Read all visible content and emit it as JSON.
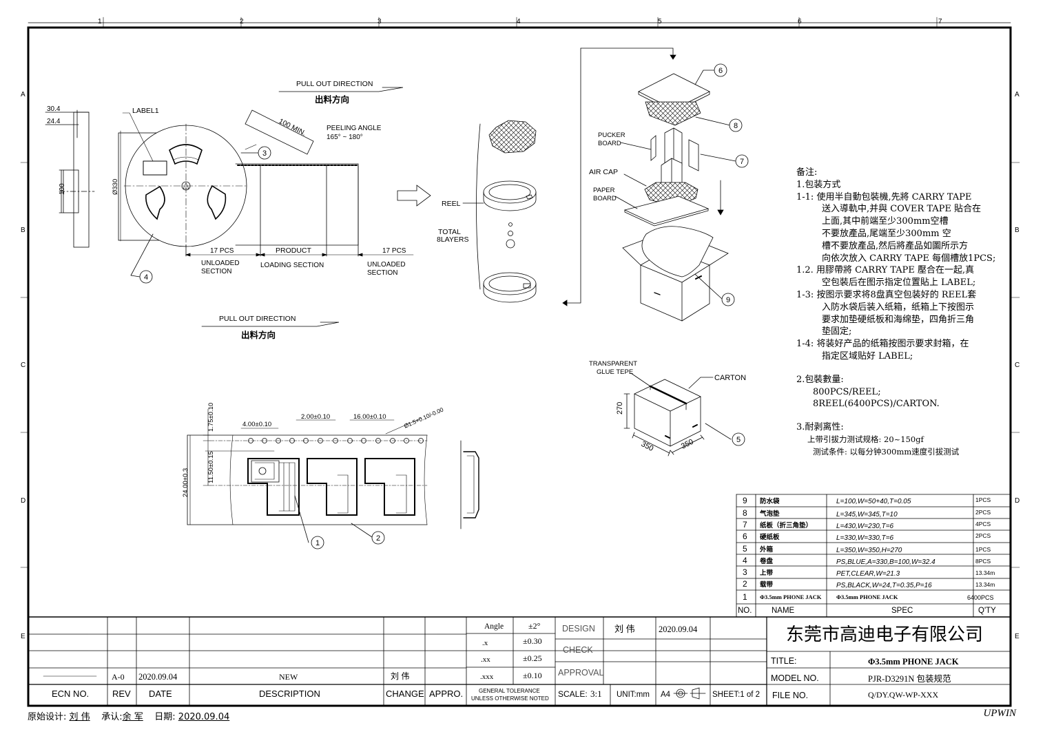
{
  "border": {
    "col_marks": [
      "1",
      "2",
      "3",
      "4",
      "5",
      "6",
      "7"
    ],
    "row_marks": [
      "A",
      "B",
      "C",
      "D",
      "E"
    ]
  },
  "drawing": {
    "pull_out_direction": "PULL OUT DIRECTION",
    "pull_out_cn": "出料方向",
    "label1": "LABEL1",
    "dim_30_4": "30.4",
    "dim_24_4": "24.4",
    "dim_100": "100",
    "dim_phi330": "Ø330",
    "min_100": "100 MIN.",
    "peeling_angle": "PEELING ANGLE",
    "peeling_range": "165° ~ 180°",
    "pcs_17_left": "17 PCS",
    "product": "PRODUCT",
    "pcs_17_right": "17 PCS",
    "unloaded_left_1": "UNLOADED",
    "unloaded_left_2": "SECTION",
    "loading_section": "LOADING SECTION",
    "unloaded_right_1": "UNLOADED",
    "unloaded_right_2": "SECTION",
    "reel": "REEL",
    "total_1": "TOTAL",
    "total_2": "8LAYERS",
    "pucker_1": "PUCKER",
    "pucker_2": "BOARD",
    "air_cap": "AIR CAP",
    "paper_1": "PAPER",
    "paper_2": "BOARD",
    "transparent_1": "TRANSPARENT",
    "transparent_2": "GLUE TEPE",
    "carton": "CARTON",
    "dim_270": "270",
    "dim_350a": "350",
    "dim_350b": "350",
    "tape_175": "1.75±0.10",
    "tape_400": "4.00±0.10",
    "tape_200": "2.00±0.10",
    "tape_1600": "16.00±0.10",
    "tape_hole": "Ø1.5+0.10/-0.00",
    "tape_1150": "11.50±0.15",
    "tape_2400": "24.00±0.3",
    "balloons": [
      "1",
      "2",
      "3",
      "4",
      "5",
      "6",
      "7",
      "8",
      "9"
    ]
  },
  "notes": {
    "title": "备注:",
    "l1": "1.包装方式",
    "l1_1a": "1-1: 使用半自動包裝機,先將 CARRY TAPE",
    "l1_1b": "送入導軌中,并與 COVER TAPE 貼合在",
    "l1_1c": "上面,其中前端至少300mm空槽",
    "l1_1d": "不要放產品,尾端至少300mm 空",
    "l1_1e": "槽不要放產品,然后將產品如圖所示方",
    "l1_1f": "向依次放入 CARRY TAPE 每個槽放1PCS;",
    "l1_2a": "1.2. 用膠帶將 CARRY TAPE 壓合在一起,真",
    "l1_2b": "空包裝后在图示指定位置貼上 LABEL;",
    "l1_3a": "1-3: 按图示要求将8盘真空包装好的 REEL套",
    "l1_3b": "入防水袋后装入纸箱，纸箱上下按图示",
    "l1_3c": "要求加垫硬纸板和海绵垫，四角折三角",
    "l1_3d": "垫固定;",
    "l1_4a": "1-4: 将装好产品的纸箱按图示要求封箱，在",
    "l1_4b": "指定区域贴好 LABEL;",
    "l2": "2.包裝數量:",
    "l2a": "800PCS/REEL;",
    "l2b": "8REEL(6400PCS)/CARTON.",
    "l3": "3.耐剥离性:",
    "l3a": "上带引拔力测试规格: 20~150gf",
    "l3b": "测试条件: 以每分钟300mm速度引拔测试"
  },
  "bom": {
    "header": {
      "no": "NO.",
      "name": "NAME",
      "spec": "SPEC",
      "qty": "Q'TY"
    },
    "rows": [
      {
        "no": "9",
        "name": "防水袋",
        "spec": "L=100,W=50+40,T=0.05",
        "qty": "1PCS"
      },
      {
        "no": "8",
        "name": "气泡垫",
        "spec": "L=345,W=345,T=10",
        "qty": "2PCS"
      },
      {
        "no": "7",
        "name": "纸板（折三角垫）",
        "spec": "L=430,W=230,T=6",
        "qty": "4PCS"
      },
      {
        "no": "6",
        "name": "硬纸板",
        "spec": "L=330,W=330,T=6",
        "qty": "2PCS"
      },
      {
        "no": "5",
        "name": "外箱",
        "spec": "L=350,W=350,H=270",
        "qty": "1PCS"
      },
      {
        "no": "4",
        "name": "卷盘",
        "spec": "PS,BLUE,A=330,B=100,W=32.4",
        "qty": "8PCS"
      },
      {
        "no": "3",
        "name": "上带",
        "spec": "PET,CLEAR,W=21.3",
        "qty": "13.34m"
      },
      {
        "no": "2",
        "name": "载带",
        "spec": "PS,BLACK,W=24,T=0.35,P=16",
        "qty": "13.34m"
      },
      {
        "no": "1",
        "name": "Φ3.5mm PHONE JACK",
        "spec": "Φ3.5mm PHONE JACK",
        "qty": "6400PCS"
      }
    ]
  },
  "title_block": {
    "rev_row": {
      "ecn": "",
      "rev": "A-0",
      "date": "2020.09.04",
      "desc": "NEW",
      "change": "刘 伟",
      "appro": ""
    },
    "headers": {
      "ecn": "ECN NO.",
      "rev": "REV",
      "date": "DATE",
      "desc": "DESCRIPTION",
      "change": "CHANGE",
      "appro": "APPRO."
    },
    "tolerance": {
      "angle_label": "Angle",
      "angle_val": "±2°",
      "x_label": ".x",
      "x_val": "±0.30",
      "xx_label": ".xx",
      "xx_val": "±0.25",
      "xxx_label": ".xxx",
      "xxx_val": "±0.10",
      "general_1": "GENERAL TOLERANCE",
      "general_2": "UNLESS OTHERWISE NOTED"
    },
    "design_label": "DESIGN",
    "design_name": "刘 伟",
    "design_date": "2020.09.04",
    "check_label": "CHECK",
    "approval_label": "APPROVAL",
    "scale_label": "SCALE:",
    "scale_val": "3:1",
    "unit": "UNIT:mm",
    "size": "A4",
    "sheet": "SHEET:1 of 2",
    "company": "东莞市高迪电子有限公司",
    "title_label": "TITLE:",
    "title_val": "Φ3.5mm PHONE JACK",
    "model_label": "MODEL NO.",
    "model_val": "PJR-D3291N 包装规范",
    "file_label": "FILE NO.",
    "file_val": "Q/DY.QW-WP-XXX"
  },
  "footer": {
    "designer_label": "原始设计:",
    "designer": "刘 伟",
    "approver_label": "承认:",
    "approver": "余 军",
    "date_label": "日期:",
    "date": "2020.09.04",
    "brand": "UPWIN"
  }
}
